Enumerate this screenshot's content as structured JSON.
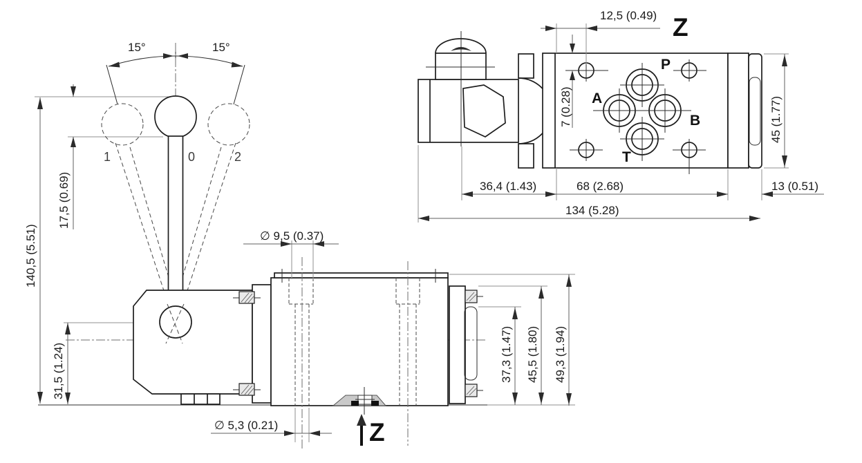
{
  "front_view": {
    "angle_left": "15°",
    "angle_right": "15°",
    "pos_left": "1",
    "pos_center": "0",
    "pos_right": "2",
    "dim_total_height": "140,5 (5.51)",
    "dim_knob_height": "17,5 (0.69)",
    "dim_axis_height": "31,5 (1.24)"
  },
  "side_view": {
    "dim_counterbore_dia": "∅ 9,5 (0.37)",
    "dim_bolt_hole_dia": "∅ 5,3 (0.21)",
    "dim_height_1": "37,3 (1.47)",
    "dim_height_2": "45,5 (1.80)",
    "dim_height_3": "49,3 (1.94)",
    "view_arrow_label": "Z"
  },
  "z_view": {
    "view_label": "Z",
    "dim_hole_offset": "12,5 (0.49)",
    "dim_port_offset": "7 (0.28)",
    "dim_width": "45 (1.77)",
    "dim_lever_offset": "36,4 (1.43)",
    "dim_port_span": "68 (2.68)",
    "dim_end_cap": "13 (0.51)",
    "dim_total_length": "134 (5.28)",
    "ports": {
      "p": "P",
      "a": "A",
      "b": "B",
      "t": "T"
    }
  }
}
